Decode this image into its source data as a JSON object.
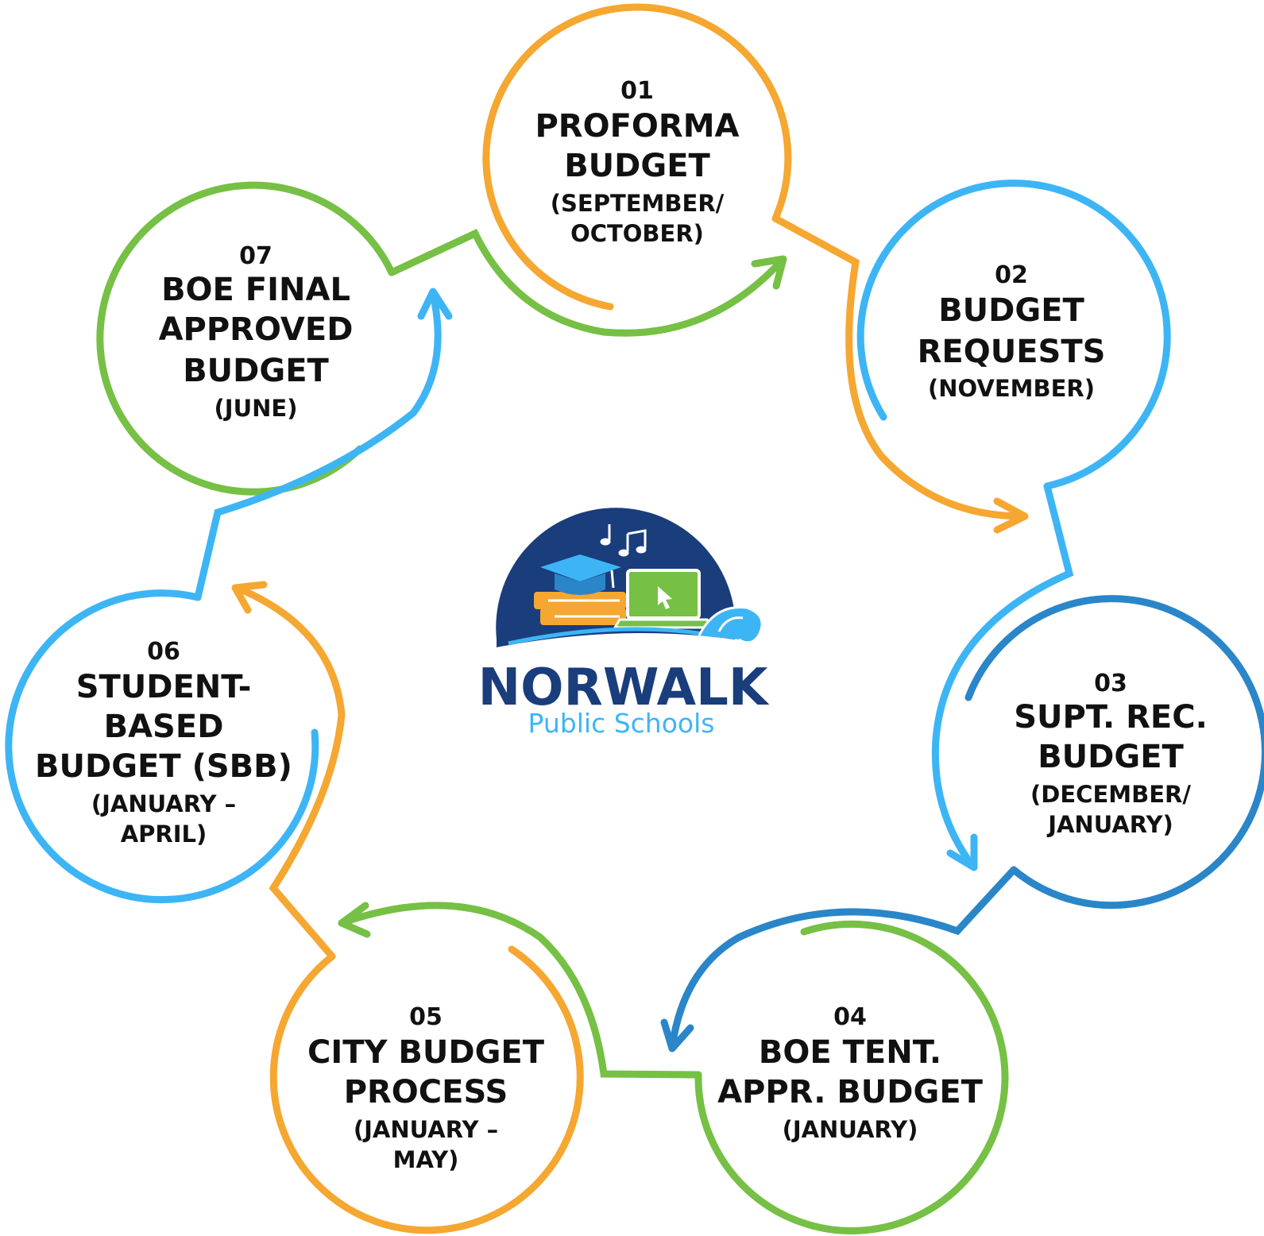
{
  "colors": {
    "orange": "#f5a731",
    "light_blue": "#3db5f5",
    "dark_blue": "#2a86c8",
    "green": "#76c045",
    "navy": "#1a3d7c",
    "text": "#111111"
  },
  "steps": [
    {
      "number": "01",
      "title_lines": [
        "PROFORMA",
        "BUDGET"
      ],
      "period_lines": [
        "(SEPTEMBER/",
        "OCTOBER)"
      ],
      "color": "orange"
    },
    {
      "number": "02",
      "title_lines": [
        "BUDGET",
        "REQUESTS"
      ],
      "period_lines": [
        "(NOVEMBER)"
      ],
      "color": "light_blue"
    },
    {
      "number": "03",
      "title_lines": [
        "SUPT. REC.",
        "BUDGET"
      ],
      "period_lines": [
        "(DECEMBER/",
        "JANUARY)"
      ],
      "color": "dark_blue"
    },
    {
      "number": "04",
      "title_lines": [
        "BOE TENT.",
        "APPR. BUDGET"
      ],
      "period_lines": [
        "(JANUARY)"
      ],
      "color": "green"
    },
    {
      "number": "05",
      "title_lines": [
        "CITY BUDGET",
        "PROCESS"
      ],
      "period_lines": [
        "(JANUARY –",
        "MAY)"
      ],
      "color": "orange"
    },
    {
      "number": "06",
      "title_lines": [
        "STUDENT-",
        "BASED",
        "BUDGET (SBB)"
      ],
      "period_lines": [
        "(JANUARY –",
        "APRIL)"
      ],
      "color": "light_blue"
    },
    {
      "number": "07",
      "title_lines": [
        "BOE FINAL",
        "APPROVED",
        "BUDGET"
      ],
      "period_lines": [
        "(JUNE)"
      ],
      "color": "green"
    }
  ],
  "logo": {
    "name": "NORWALK",
    "subtitle": "Public Schools",
    "icons": [
      "graduation-cap-icon",
      "books-icon",
      "laptop-icon",
      "music-notes-icon",
      "wave-icon"
    ]
  }
}
